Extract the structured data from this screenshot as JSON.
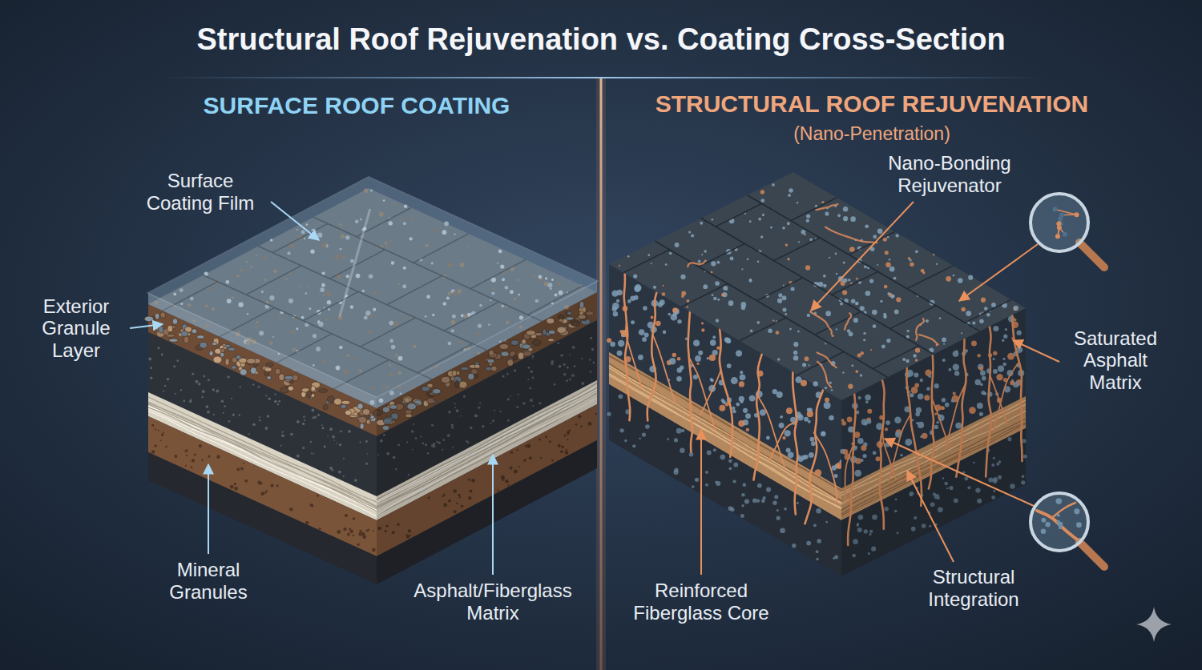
{
  "diagram": {
    "title": "Structural Roof Rejuvenation vs. Coating Cross-Section",
    "labels": [
      "SURFACE ROOF COATING",
      "STRUCTURAL ROOF REJUVENATION",
      "(Nano-Penetration)",
      "Surface Coating Film",
      "Nano-Bonding Rejuvenator",
      "Exterior Granule Layer",
      "Saturated Asphalt Matrix",
      "Mineral Granules",
      "Asphalt/Fiberglass Matrix",
      "Reinforced Fiberglass Core",
      "Structural Integration"
    ]
  }
}
